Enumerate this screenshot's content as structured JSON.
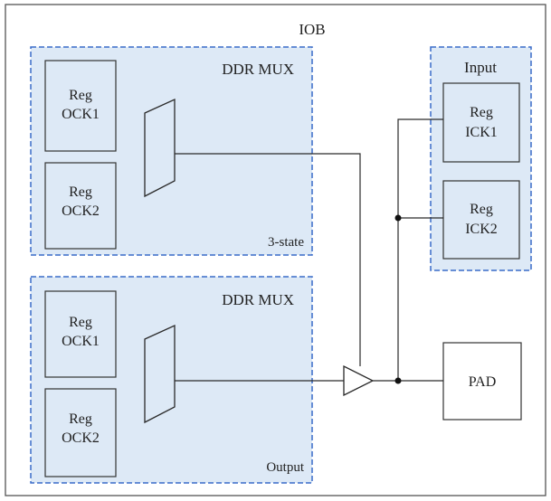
{
  "title": "IOB",
  "tristate_block": {
    "mux_label": "DDR MUX",
    "reg1": [
      "Reg",
      "OCK1"
    ],
    "reg2": [
      "Reg",
      "OCK2"
    ],
    "caption": "3-state"
  },
  "output_block": {
    "mux_label": "DDR MUX",
    "reg1": [
      "Reg",
      "OCK1"
    ],
    "reg2": [
      "Reg",
      "OCK2"
    ],
    "caption": "Output"
  },
  "input_block": {
    "label": "Input",
    "reg1": [
      "Reg",
      "ICK1"
    ],
    "reg2": [
      "Reg",
      "ICK2"
    ]
  },
  "pad_label": "PAD",
  "colors": {
    "block_fill": "#dde9f6",
    "dashed_border": "#3a6cc8",
    "wire": "#2a2a2a"
  }
}
